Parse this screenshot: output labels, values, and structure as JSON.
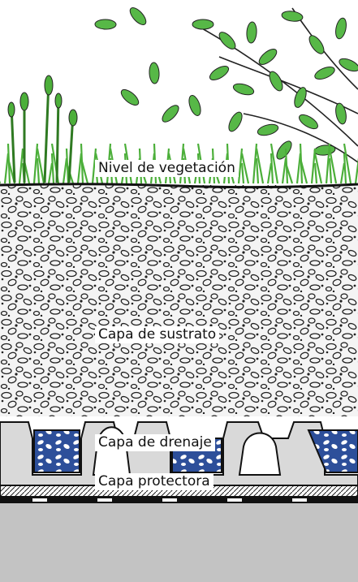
{
  "labels": {
    "vegetation": "Nivel de vegetación",
    "substrate": "Capa de sustrato",
    "drainage": "Capa de drenaje",
    "protective": "Capa protectora"
  },
  "colors": {
    "grass": "#4caf3a",
    "leaf": "#57b847",
    "substrate_bg": "#f4f4f4",
    "drainage_tray": "#d9d9d9",
    "drainage_fill": "#2d4f9a",
    "base": "#c3c3c3"
  }
}
